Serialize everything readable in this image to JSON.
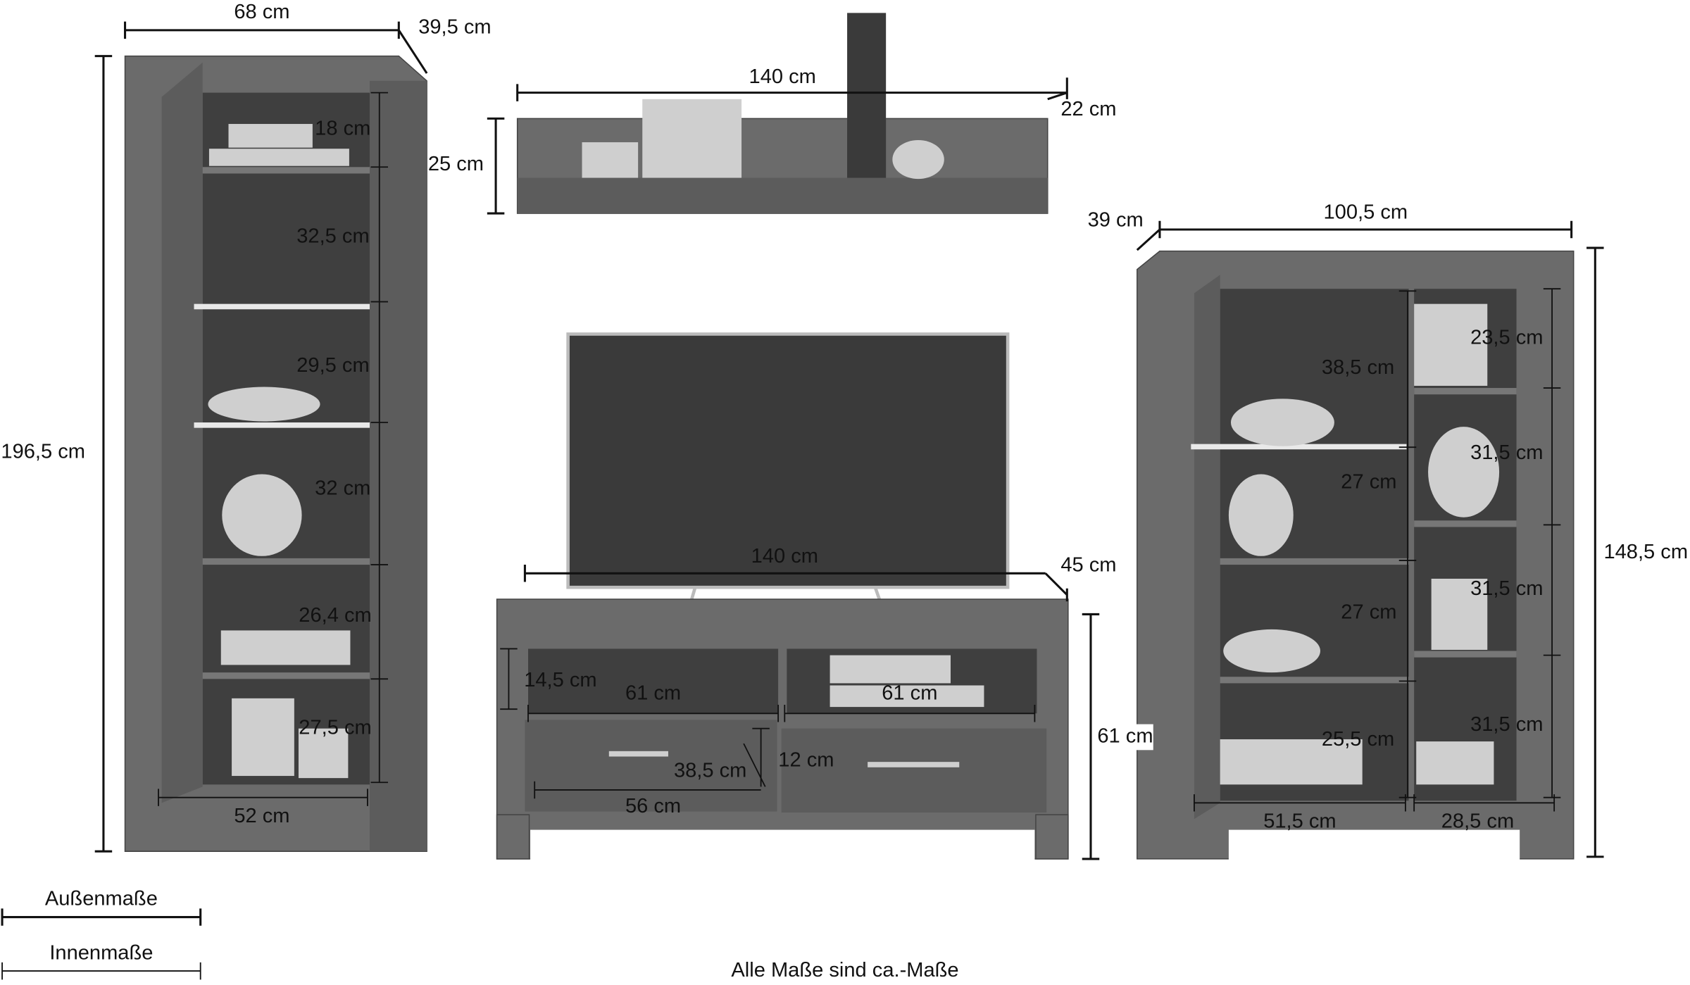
{
  "tall_cabinet": {
    "width": "68 cm",
    "depth": "39,5 cm",
    "height": "196,5 cm",
    "inner": [
      "18 cm",
      "32,5 cm",
      "29,5 cm",
      "32 cm",
      "26,4 cm",
      "27,5 cm"
    ],
    "inner_width": "52 cm"
  },
  "wall_shelf": {
    "width": "140 cm",
    "depth": "22 cm",
    "height": "25 cm"
  },
  "tv_unit": {
    "width": "140 cm",
    "depth": "45 cm",
    "height": "61 cm",
    "open_height": "14,5 cm",
    "left_compartment": "61 cm",
    "right_compartment": "61 cm",
    "drawer_depth": "38,5 cm",
    "drawer_height": "12 cm",
    "drawer_width": "56 cm"
  },
  "highboard": {
    "depth": "39 cm",
    "width": "100,5 cm",
    "height": "148,5 cm",
    "left_inner": [
      "38,5 cm",
      "27 cm",
      "27 cm",
      "25,5 cm"
    ],
    "right_inner": [
      "23,5 cm",
      "31,5 cm",
      "31,5 cm",
      "31,5 cm"
    ],
    "left_width": "51,5 cm",
    "right_width": "28,5 cm"
  },
  "legend": {
    "outer": "Außenmaße",
    "inner": "Innenmaße"
  },
  "footer": "Alle Maße sind ca.-Maße"
}
